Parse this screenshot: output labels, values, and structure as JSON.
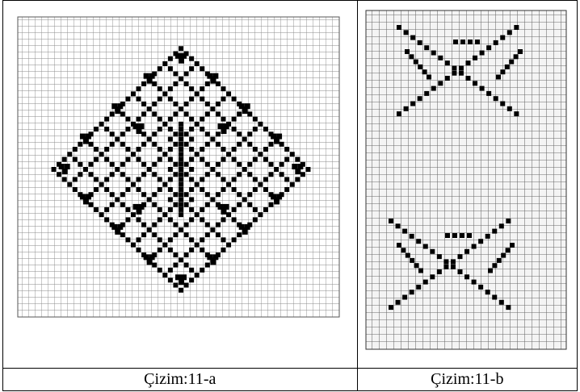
{
  "table": {
    "captions": [
      "Çizim:11-a",
      "Çizim:11-b"
    ]
  },
  "figures": [
    {
      "id": "11-a",
      "description_icon": "weaving-pattern-diamond-icon"
    },
    {
      "id": "11-b",
      "description_icon": "weaving-pattern-x-motif-icon"
    }
  ]
}
